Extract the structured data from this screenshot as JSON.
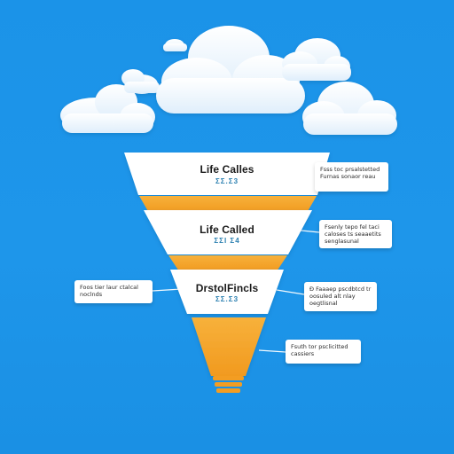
{
  "colors": {
    "background": "#1b93e8",
    "cloud": "#ffffff",
    "funnel_band": "#ffffff",
    "funnel_accent": "#f5a623",
    "connector": "#ffffff"
  },
  "funnel": {
    "stages": [
      {
        "title": "Life Calles",
        "subtitle": "ΣΣ.Σ3"
      },
      {
        "title": "Life Called",
        "subtitle": "ΣΣΙ Σ4"
      },
      {
        "title": "DrstolFincls",
        "subtitle": "ΣΣ.Σ3"
      }
    ]
  },
  "callouts": [
    {
      "lines": [
        "Fsss toc prsalstetted",
        "Furnas sonaor reau"
      ]
    },
    {
      "lines": [
        "Fsenly tepo fel taci",
        "caloses ts seaaetits",
        "senglasunal"
      ]
    },
    {
      "lines": [
        "Foos tier laur ctalcal",
        "noclnds"
      ]
    },
    {
      "lines": [
        "Ɖ Faaaep pscdbtcd tr",
        "oosuled alt nlay",
        "oegtlisnal"
      ]
    },
    {
      "lines": [
        "Fsuth tor psclicitted",
        "cassiers"
      ]
    }
  ]
}
